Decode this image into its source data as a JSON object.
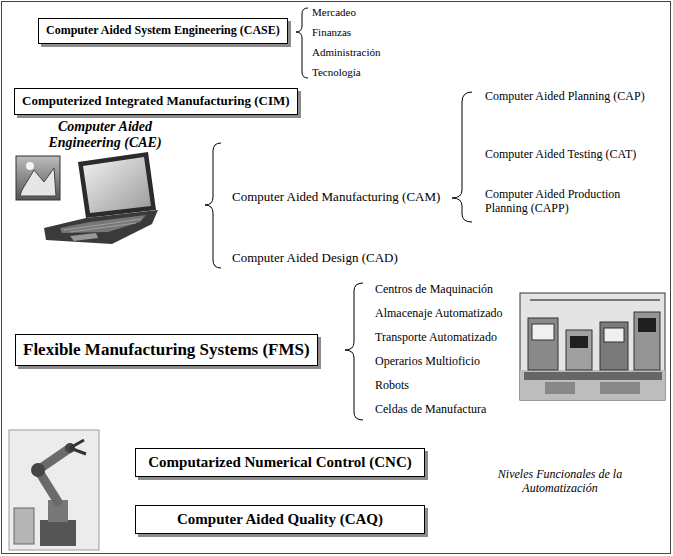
{
  "diagram": {
    "caption": "Niveles Funcionales de la Automatización",
    "nodes": [
      {
        "text": [
          "Computer Aided System Engineering (CASE)"
        ]
      },
      {
        "text": [
          "Computerized Integrated Manufacturing (CIM)"
        ]
      },
      {
        "text": [
          "Flexible Manufacturing Systems (FMS)"
        ]
      },
      {
        "text": [
          "Computarized Numerical Control (CNC)"
        ]
      },
      {
        "text": [
          "Computer Aided Quality (CAQ)"
        ]
      }
    ],
    "labels": [
      "Mercadeo",
      "Finanzas",
      "Administración",
      "Tecnología",
      "Computer Aided Engineering (CAE)",
      "Computer Aided Manufacturing (CAM)",
      "Computer Aided Design (CAD)",
      "Computer Aided Planning (CAP)",
      "Computer Aided Testing (CAT)",
      "Computer Aided Production Planning (CAPP)",
      "Centros de Maquinación",
      "Almacenaje Automatizado",
      "Transporte Automatizado",
      "Operarios Multioficio",
      "Robots",
      "Celdas de Manufactura"
    ]
  }
}
